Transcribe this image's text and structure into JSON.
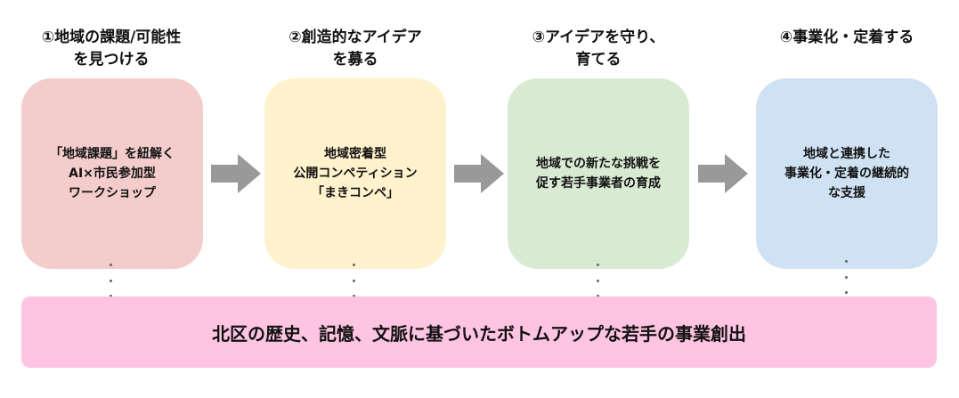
{
  "steps": [
    {
      "title": "①地域の課題/可能性\nを見つける",
      "body": "「地域課題」を紐解く\nAI×市民参加型\nワークショップ",
      "color": "#f4cccc"
    },
    {
      "title": "②創造的なアイデア\nを募る",
      "body": "地域密着型\n公開コンペティション\n「まきコンペ」",
      "color": "#fff2cc"
    },
    {
      "title": "③アイデアを守り、\n育てる",
      "body": "地域での新たな挑戦を\n促す若手事業者の育成",
      "color": "#d9ead3"
    },
    {
      "title": "④事業化・定着する",
      "body": "地域と連携した\n事業化・定着の継続的\nな支援",
      "color": "#cfe2f3"
    }
  ],
  "banner": {
    "text": "北区の歴史、記憶、文脈に基づいたボトムアップな若手の事業創出",
    "color": "#ffc4e1"
  },
  "arrow_color": "#999999"
}
